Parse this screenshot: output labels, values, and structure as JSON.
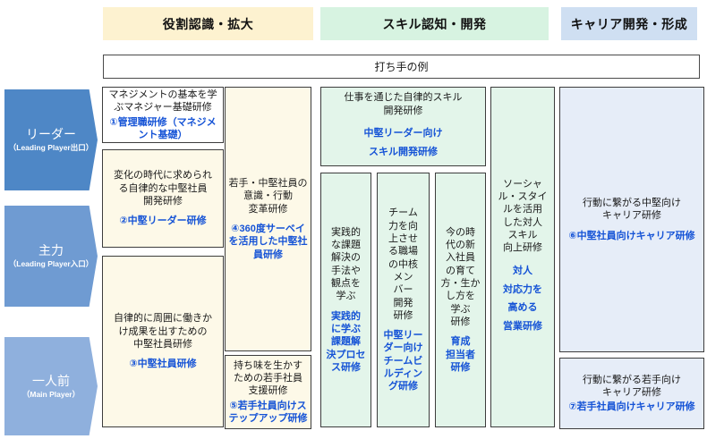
{
  "headers": [
    {
      "label": "役割認識・拡大"
    },
    {
      "label": "スキル認知・開発"
    },
    {
      "label": "キャリア開発・形成"
    }
  ],
  "subtitle": "打ち手の例",
  "roles": [
    {
      "name": "リーダー",
      "sub": "（Leading Player出口）"
    },
    {
      "name": "主力",
      "sub": "（Leading Player入口）"
    },
    {
      "name": "一人前",
      "sub": "（Main Player）"
    }
  ],
  "boxes": {
    "manager_basic": {
      "desc": "マネジメントの基本を学\nぶマネジャー基礎研修",
      "program": "①管理職研修（マネジメ\nント基礎）"
    },
    "middle_leader": {
      "desc": "変化の時代に求められ\nる自律的な中堅社員\n開発研修",
      "program": "②中堅リーダー研修"
    },
    "middle_staff": {
      "desc": "自律的に周囲に働きか\nけ成果を出すための\n中堅社員研修",
      "program": "③中堅社員研修"
    },
    "survey360": {
      "desc": "若手・中堅社員の\n意識・行動\n変革研修",
      "program": "④360度サーベイ\nを活用した中堅社\n員研修"
    },
    "stepup": {
      "desc": "持ち味を生かす\nための若手社員\n支援研修",
      "program": "⑤若手社員向けス\nテップアップ研修"
    },
    "skill_dev": {
      "desc": "仕事を通じた自律的スキル\n開発研修",
      "program": "中堅リーダー向け\nスキル開発研修"
    },
    "problem_solving": {
      "desc": "実践的\nな課題\n解決の\n手法や\n観点を\n学ぶ",
      "program": "実践的\nに学ぶ\n課題解\n決プロセ\nス研修"
    },
    "team_building": {
      "desc": "チーム\n力を向\n上させ\nる職場\nの中核\nメン\nバー\n開発\n研修",
      "program": "中堅リー\nダー向け\nチームビ\nルディン\nグ研修"
    },
    "trainer": {
      "desc": "今の時\n代の新\n入社員\nの育て\n方・生か\nし方を\n学ぶ\n研修",
      "program": "育成\n担当者\n研修"
    },
    "social_style": {
      "desc": "ソーシャ\nル・スタイ\nルを活用\nした対人\nスキル\n向上研修",
      "program": "対人\n対応力を\n高める\n営業研修"
    },
    "career_middle": {
      "desc": "行動に繋がる中堅向け\nキャリア研修",
      "program": "⑥中堅社員向けキャリア研修"
    },
    "career_young": {
      "desc": "行動に繋がる若手向け\nキャリア研修",
      "program": "⑦若手社員向けキャリア研修"
    }
  },
  "colors": {
    "header_role": "#fdf2d0",
    "header_skill": "#d7f3e1",
    "header_career": "#cfdff2",
    "box_cream": "#fdf9e8",
    "box_green": "#e3f5ea",
    "box_blue": "#e6edf8",
    "role_leader": "#4e87c6",
    "role_core": "#6f9bd2",
    "role_independent": "#8fb0dd",
    "program_text": "#1553d6"
  }
}
